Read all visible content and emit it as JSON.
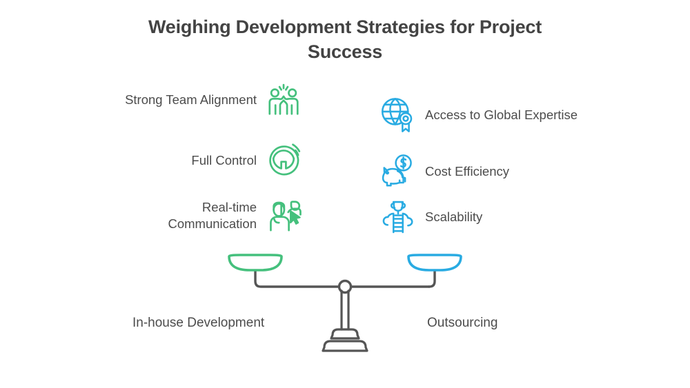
{
  "title": "Weighing Development Strategies for Project Success",
  "colors": {
    "green": "#45c07d",
    "blue": "#29abe2",
    "scale_gray": "#555555",
    "text": "#4c4c4c",
    "title": "#434343",
    "background": "#ffffff"
  },
  "left_side": {
    "pan_color": "#45c07d",
    "bottom_label": "In-house Development",
    "items": [
      {
        "label": "Strong Team Alignment",
        "icon": "teamwork-highfive-icon"
      },
      {
        "label": "Full Control",
        "icon": "steering-wheel-icon"
      },
      {
        "label": "Real-time Communication",
        "icon": "people-cursor-icon"
      }
    ]
  },
  "right_side": {
    "pan_color": "#29abe2",
    "bottom_label": "Outsourcing",
    "items": [
      {
        "label": "Access to Global Expertise",
        "icon": "globe-award-icon"
      },
      {
        "label": "Cost Efficiency",
        "icon": "piggy-bank-dollar-icon"
      },
      {
        "label": "Scalability",
        "icon": "ladder-trophy-cloud-icon"
      }
    ]
  },
  "scale": {
    "icon": "balance-scale-icon",
    "pivot": "pivot-circle",
    "beam": "balance-beam",
    "base": "scale-base"
  }
}
